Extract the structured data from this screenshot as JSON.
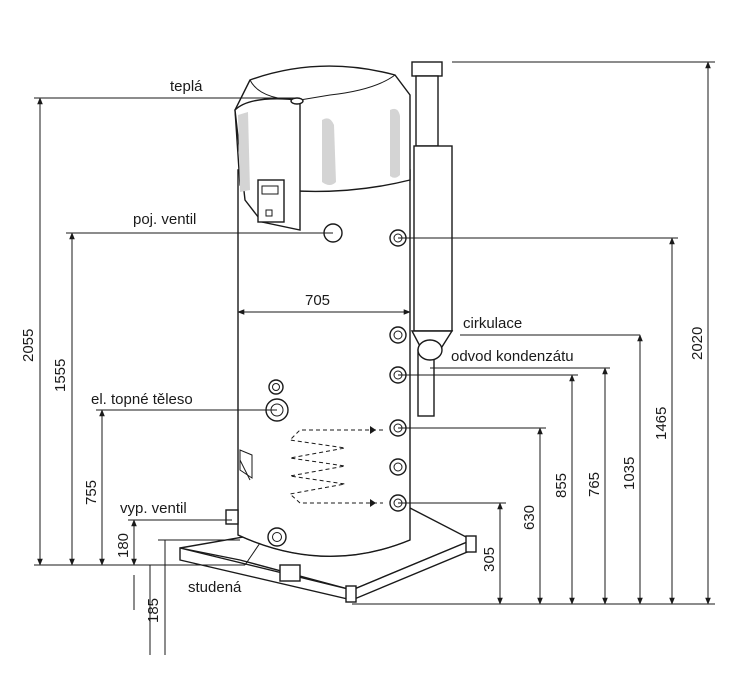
{
  "labels": {
    "hot": "teplá",
    "safety_valve": "poj. ventil",
    "circulation": "cirkulace",
    "condensate": "odvod kondenzátu",
    "heater": "el. topné těleso",
    "drain_valve": "vyp. ventil",
    "cold": "studená"
  },
  "dims": {
    "width": "705",
    "h2055": "2055",
    "h1555": "1555",
    "h755": "755",
    "h180": "180",
    "h185": "185",
    "h305": "305",
    "h630": "630",
    "h855": "855",
    "h765": "765",
    "h1035": "1035",
    "h1465": "1465",
    "h2020": "2020"
  }
}
